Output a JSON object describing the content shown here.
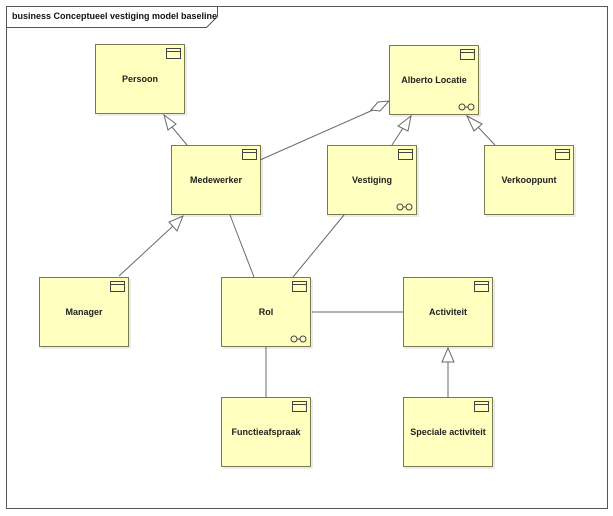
{
  "diagram": {
    "title": "business Conceptueel vestiging model baseline",
    "elements": [
      {
        "id": "persoon",
        "label": "Persoon",
        "location_marker": false
      },
      {
        "id": "alberto-locatie",
        "label": "Alberto Locatie",
        "location_marker": true
      },
      {
        "id": "medewerker",
        "label": "Medewerker",
        "location_marker": false
      },
      {
        "id": "vestiging",
        "label": "Vestiging",
        "location_marker": true
      },
      {
        "id": "verkooppunt",
        "label": "Verkooppunt",
        "location_marker": false
      },
      {
        "id": "manager",
        "label": "Manager",
        "location_marker": false
      },
      {
        "id": "rol",
        "label": "Rol",
        "location_marker": true
      },
      {
        "id": "activiteit",
        "label": "Activiteit",
        "location_marker": false
      },
      {
        "id": "functieafspraak",
        "label": "Functieafspraak",
        "location_marker": false
      },
      {
        "id": "speciale-activiteit",
        "label": "Speciale activiteit",
        "location_marker": false
      }
    ],
    "relations": [
      {
        "type": "generalization",
        "from": "medewerker",
        "to": "persoon"
      },
      {
        "type": "generalization",
        "from": "manager",
        "to": "medewerker"
      },
      {
        "type": "generalization",
        "from": "vestiging",
        "to": "alberto-locatie"
      },
      {
        "type": "generalization",
        "from": "verkooppunt",
        "to": "alberto-locatie"
      },
      {
        "type": "generalization",
        "from": "speciale-activiteit",
        "to": "activiteit"
      },
      {
        "type": "aggregation",
        "from": "medewerker",
        "to": "alberto-locatie"
      },
      {
        "type": "association",
        "from": "medewerker",
        "to": "rol"
      },
      {
        "type": "association",
        "from": "vestiging",
        "to": "rol"
      },
      {
        "type": "association",
        "from": "rol",
        "to": "activiteit"
      },
      {
        "type": "association",
        "from": "rol",
        "to": "functieafspraak"
      }
    ]
  },
  "colors": {
    "element_fill": "#ffffc0",
    "element_border": "#7a7a50",
    "connector": "#6a6a6a",
    "frame_border": "#555555"
  }
}
